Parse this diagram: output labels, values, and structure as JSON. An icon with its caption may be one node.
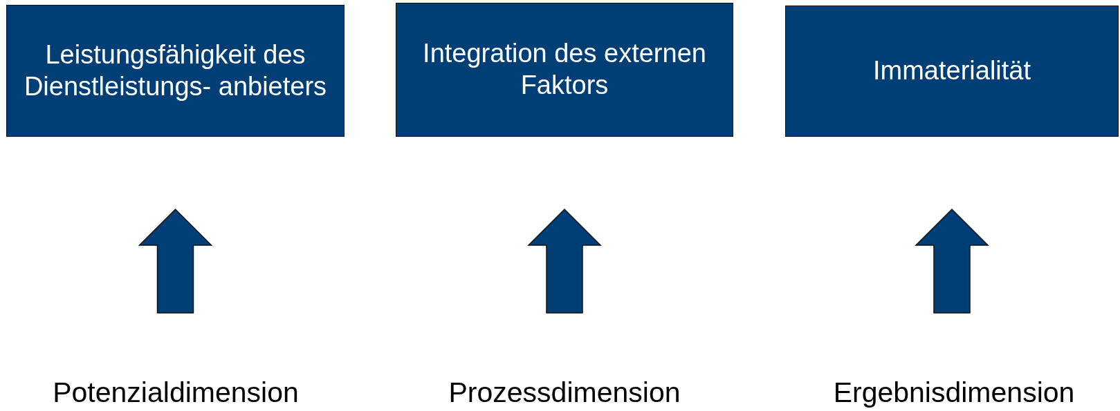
{
  "diagram": {
    "nodes": [
      {
        "text": [
          "Leistungsfähigkeit des Dienstleistungs- anbieters"
        ]
      },
      {
        "text": [
          "Integration des externen Faktors"
        ]
      },
      {
        "text": [
          "Immaterialität"
        ]
      },
      {
        "text": [
          "Potenzialdimension"
        ]
      },
      {
        "text": [
          "Prozessdimension"
        ]
      },
      {
        "text": [
          "Ergebnisdimension"
        ]
      }
    ],
    "edges": [
      {
        "from": 3,
        "to": 0,
        "arrow": "to"
      },
      {
        "from": 4,
        "to": 1,
        "arrow": "to"
      },
      {
        "from": 5,
        "to": 2,
        "arrow": "to"
      }
    ]
  }
}
